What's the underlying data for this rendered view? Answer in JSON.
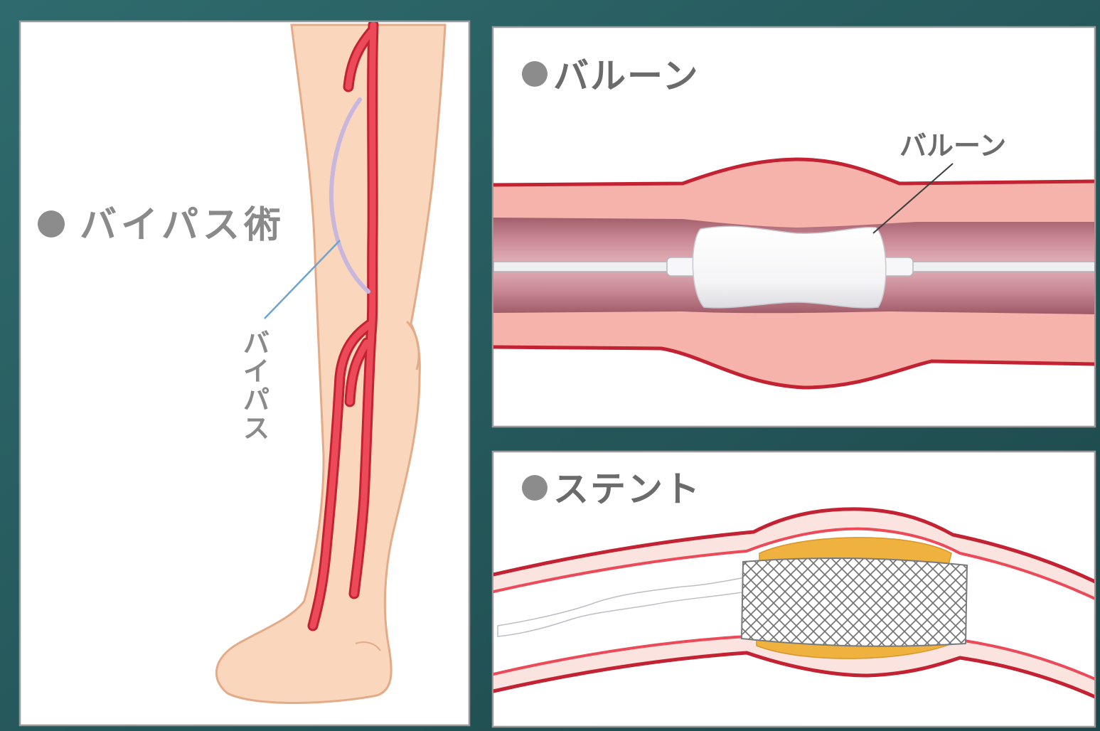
{
  "figure": {
    "bypass": {
      "title": "バイパス術",
      "callout": "バイパス"
    },
    "balloon": {
      "title": "バルーン",
      "callout": "バルーン"
    },
    "stent": {
      "title": "ステント"
    }
  },
  "colors": {
    "background_top": "#2f6b6e",
    "background_bottom": "#1c4649",
    "skin": "#f9d6bc",
    "artery": "#ec4a58",
    "artery_edge": "#c22232",
    "bypass_graft": "#c9b6dd",
    "vessel_wall": "#f6b3ab",
    "plaque": "#f0b23e",
    "label": "#6b6b6b"
  }
}
